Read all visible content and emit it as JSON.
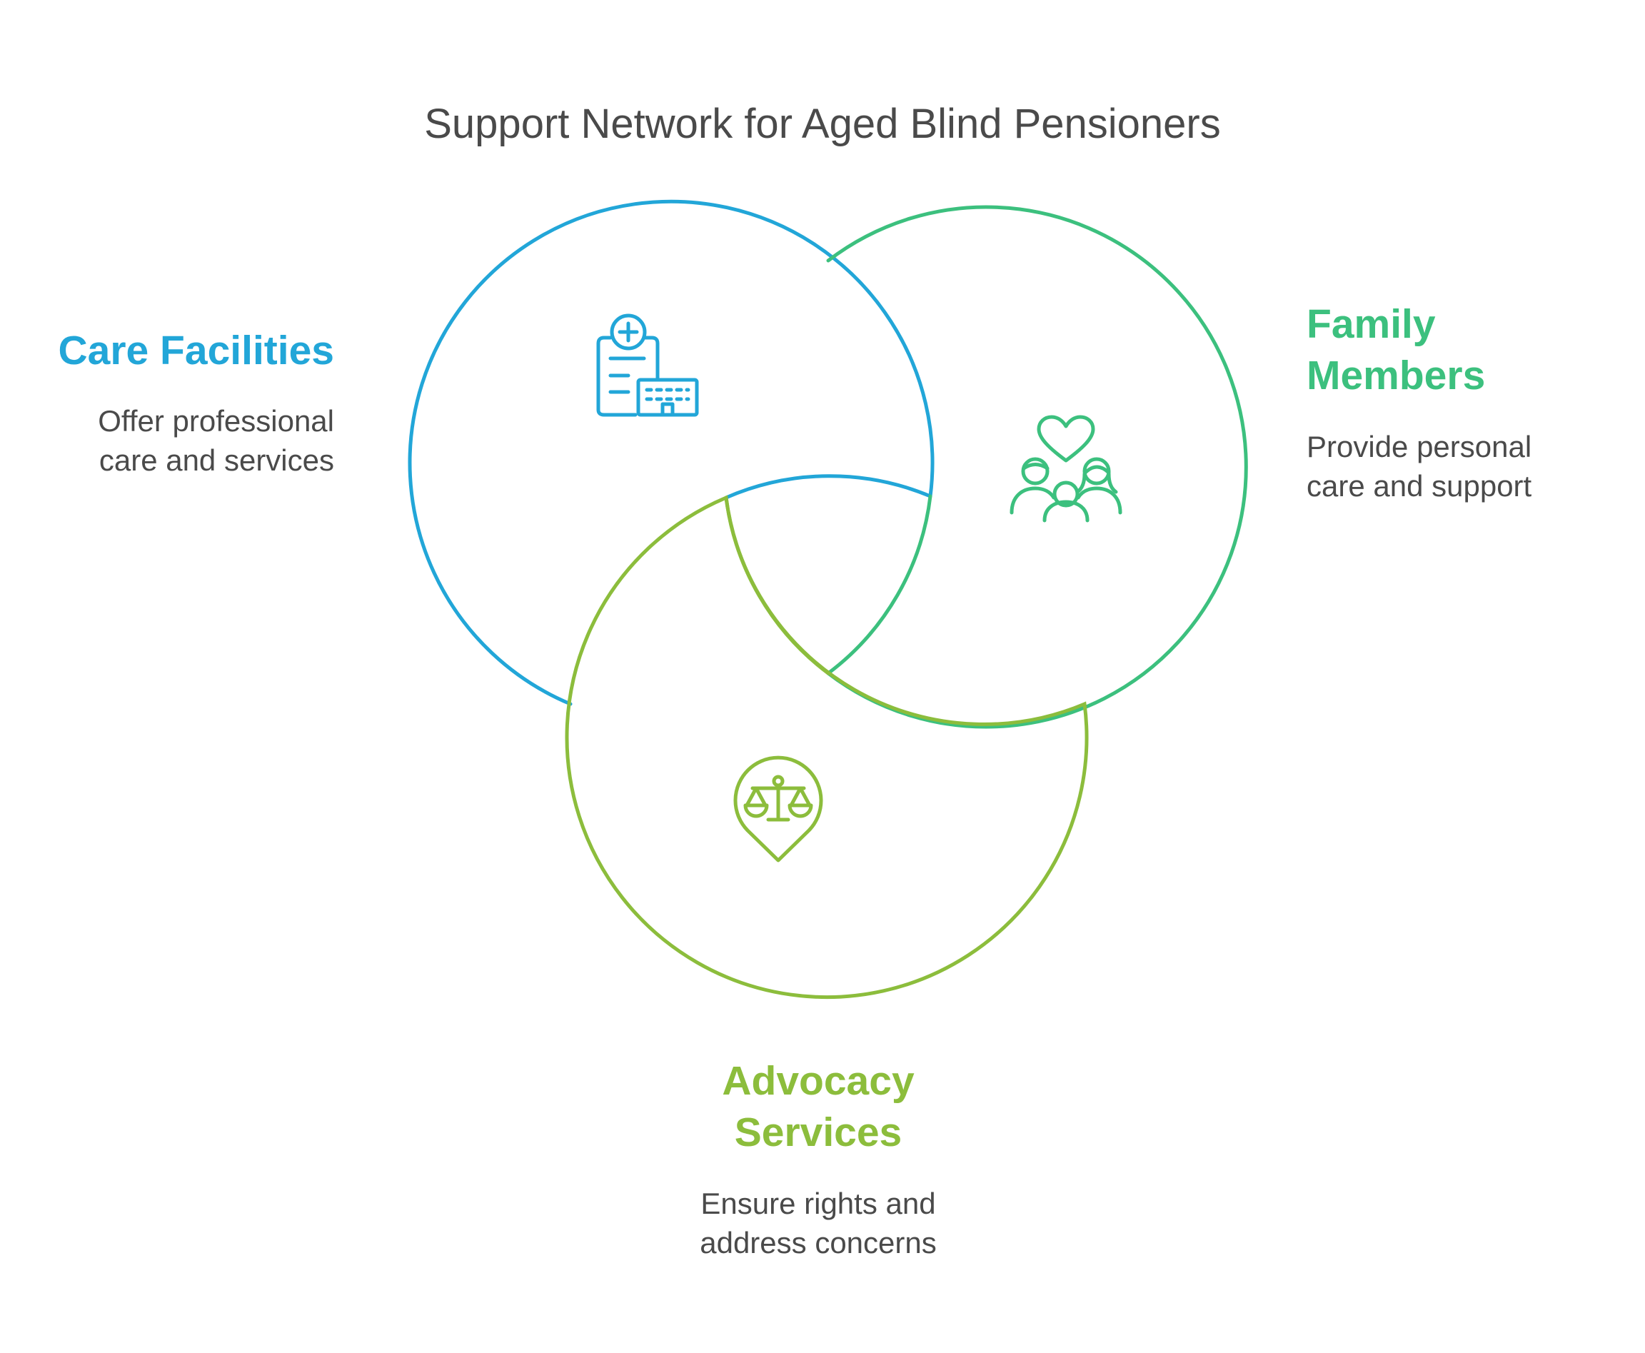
{
  "title": "Support Network for Aged Blind Pensioners",
  "colors": {
    "care": "#22a6d8",
    "family": "#3cc07e",
    "advocacy": "#8cbd3c",
    "text": "#4a4a4a"
  },
  "sets": [
    {
      "id": "care",
      "heading_lines": [
        "Care Facilities"
      ],
      "desc_lines": [
        "Offer professional",
        "care and services"
      ],
      "icon": "hospital-building-icon"
    },
    {
      "id": "family",
      "heading_lines": [
        "Family",
        "Members"
      ],
      "desc_lines": [
        "Provide personal",
        "care and support"
      ],
      "icon": "family-heart-icon"
    },
    {
      "id": "advocacy",
      "heading_lines": [
        "Advocacy",
        "Services"
      ],
      "desc_lines": [
        "Ensure rights and",
        "address concerns"
      ],
      "icon": "justice-scale-pin-icon"
    }
  ]
}
